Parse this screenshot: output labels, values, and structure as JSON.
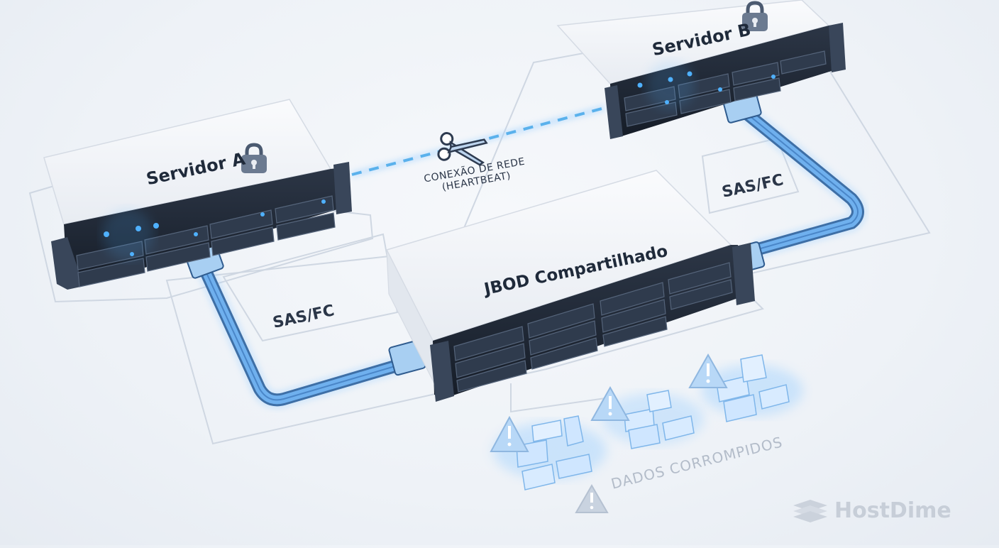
{
  "diagram": {
    "server_a": {
      "title": "Servidor A",
      "icon": "lock-icon"
    },
    "server_b": {
      "title": "Servidor B",
      "icon": "lock-icon"
    },
    "jbod": {
      "title": "JBOD Compartilhado"
    },
    "link_left": {
      "label": "SAS/FC"
    },
    "link_right": {
      "label": "SAS/FC"
    },
    "heartbeat": {
      "line1": "CONEXÃO DE REDE",
      "line2": "(HEARTBEAT)",
      "icon": "scissors-icon"
    },
    "corrupted": {
      "label": "DADOS CORROMPIDOS",
      "icon": "warning-icon"
    },
    "brand": {
      "name": "HostDime"
    }
  },
  "colors": {
    "accent": "#3d8ee0",
    "cable": "#5b9be0",
    "glow": "#9ed0ff",
    "dark_panel": "#1f2836",
    "chassis": "#f4f6f9"
  }
}
